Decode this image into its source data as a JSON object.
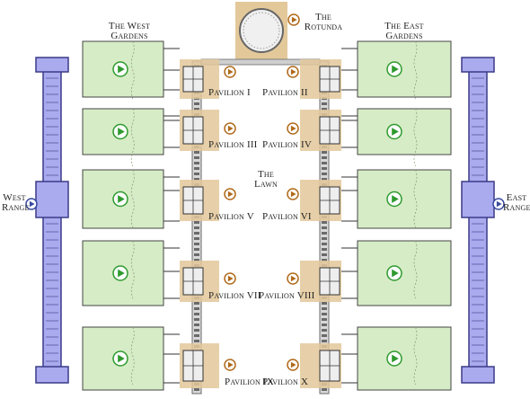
{
  "labels": {
    "west_gardens": [
      "The West",
      "Gardens"
    ],
    "east_gardens": [
      "The East",
      "Gardens"
    ],
    "rotunda": [
      "The",
      "Rotunda"
    ],
    "lawn": [
      "The",
      "Lawn"
    ],
    "west_range": [
      "West",
      "Range"
    ],
    "east_range": [
      "East",
      "Range"
    ],
    "pavilions": [
      "Pavilion I",
      "Pavilion II",
      "Pavilion III",
      "Pavilion IV",
      "Pavilion V",
      "Pavilion VI",
      "Pavilion VII",
      "Pavilion VIII",
      "Pavilion IX",
      "Pavilion X"
    ]
  },
  "colors": {
    "garden_fill": "#d6ecc6",
    "garden_border": "#444444",
    "range_fill": "#aaaaee",
    "range_border": "#3a3a88",
    "pavilion_tint": "#e3c89a",
    "colonnade": "#6a6a6a",
    "play_green": "#2e9a2e",
    "play_orange": "#b06a1a",
    "play_blue": "#3a4aa0"
  },
  "icons": {
    "garden_play": "play-circle-icon",
    "pavilion_play": "play-circle-icon",
    "range_play": "play-circle-icon"
  }
}
